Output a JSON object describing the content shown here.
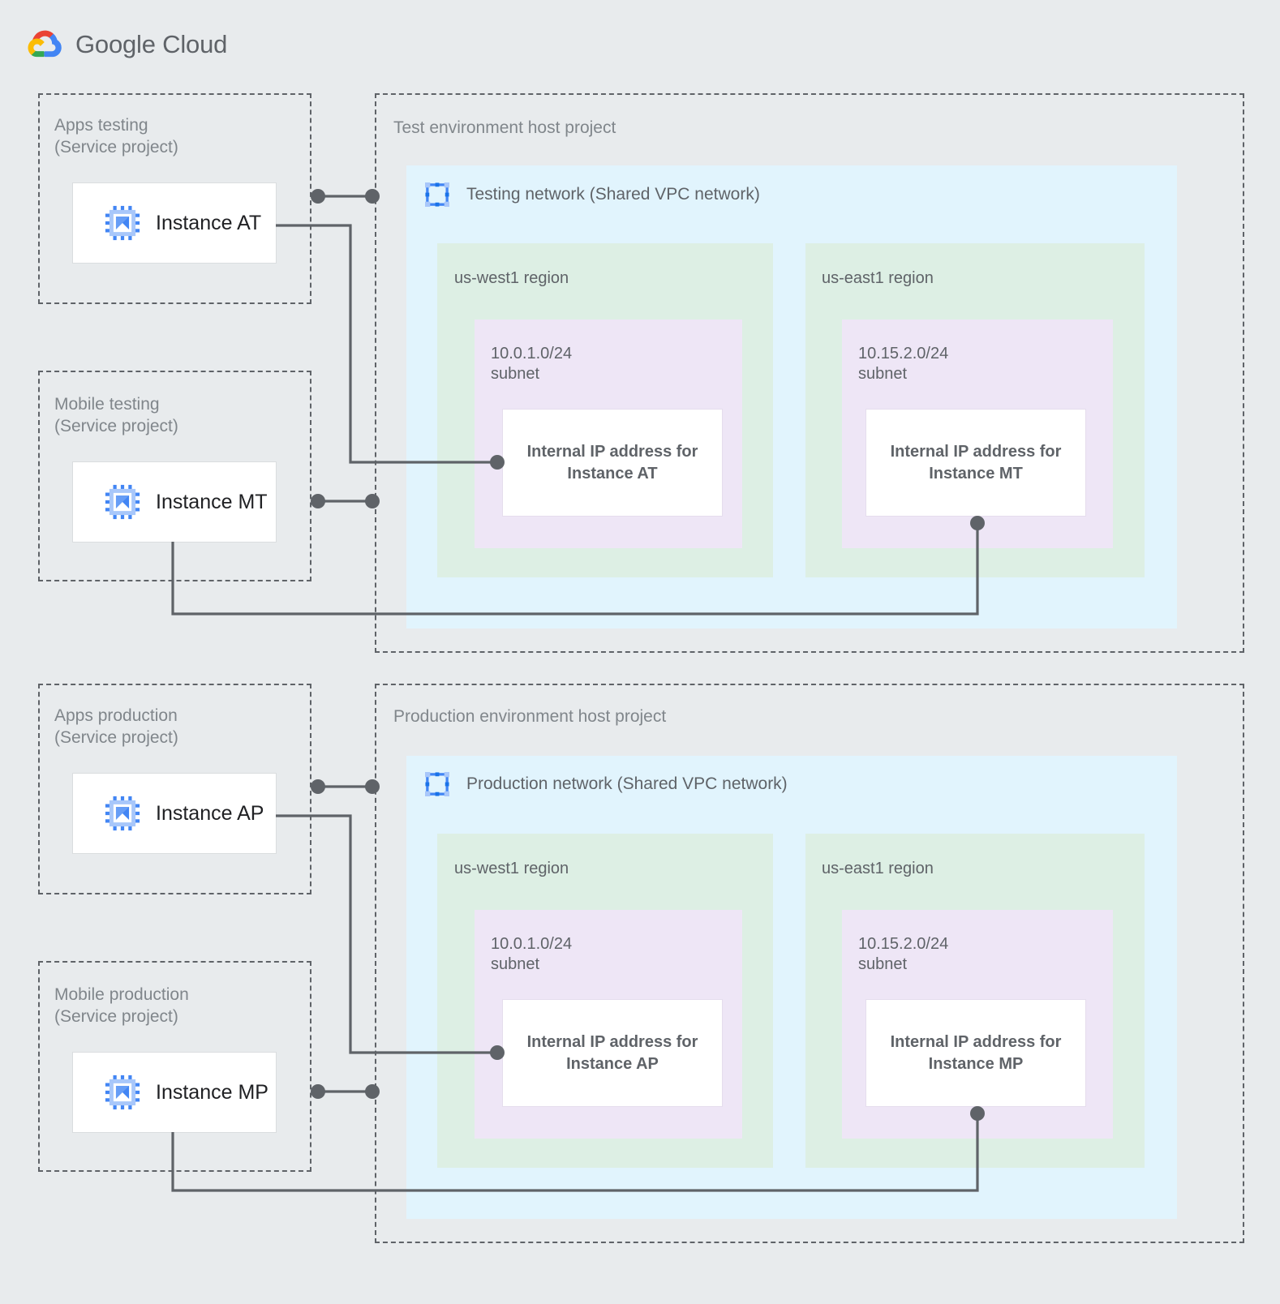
{
  "brand": {
    "name_bold": "Google",
    "name_light": " Cloud",
    "logo_icon": "google-cloud-logo"
  },
  "colors": {
    "page_background": "#e8ebed",
    "vpc_network": "#e1f4fd",
    "region": "#ddefe4",
    "subnet": "#eee6f6",
    "card": "#ffffff",
    "connector": "#5f6368",
    "label_text": "#80868b",
    "body_text": "#5f6368",
    "instance_text": "#202124",
    "logo_red": "#ea4335",
    "logo_blue": "#4285f4",
    "logo_yellow": "#fbbc04",
    "logo_green": "#34a853",
    "instance_icon_blue": "#4285f4",
    "instance_icon_light": "#a8c7fa"
  },
  "service_projects": [
    {
      "id": "apps-testing",
      "label": "Apps testing\n(Service project)",
      "instance": {
        "name": "Instance AT",
        "icon": "cpu-chip-icon"
      }
    },
    {
      "id": "mobile-testing",
      "label": "Mobile testing\n(Service project)",
      "instance": {
        "name": "Instance MT",
        "icon": "cpu-chip-icon"
      }
    },
    {
      "id": "apps-production",
      "label": "Apps production\n(Service project)",
      "instance": {
        "name": "Instance AP",
        "icon": "cpu-chip-icon"
      }
    },
    {
      "id": "mobile-production",
      "label": "Mobile production\n(Service project)",
      "instance": {
        "name": "Instance MP",
        "icon": "cpu-chip-icon"
      }
    }
  ],
  "host_projects": [
    {
      "id": "test-environment",
      "label": "Test environment host project",
      "network": {
        "title": "Testing network (Shared VPC network)",
        "icon": "vpc-network-icon"
      },
      "regions": [
        {
          "id": "test-us-west1",
          "label": "us-west1 region",
          "subnet": {
            "label": "10.0.1.0/24\nsubnet",
            "ip_card": "Internal IP address for\nInstance AT"
          }
        },
        {
          "id": "test-us-east1",
          "label": "us-east1 region",
          "subnet": {
            "label": "10.15.2.0/24\nsubnet",
            "ip_card": "Internal IP address for\nInstance MT"
          }
        }
      ]
    },
    {
      "id": "production-environment",
      "label": "Production environment host project",
      "network": {
        "title": "Production network (Shared VPC network)",
        "icon": "vpc-network-icon"
      },
      "regions": [
        {
          "id": "prod-us-west1",
          "label": "us-west1 region",
          "subnet": {
            "label": "10.0.1.0/24\nsubnet",
            "ip_card": "Internal IP address for\nInstance AP"
          }
        },
        {
          "id": "prod-us-east1",
          "label": "us-east1 region",
          "subnet": {
            "label": "10.15.2.0/24\nsubnet",
            "ip_card": "Internal IP address for\nInstance MP"
          }
        }
      ]
    }
  ],
  "connections": [
    {
      "id": "at-to-west-subnet",
      "from": "Instance AT",
      "to": "Internal IP address for Instance AT"
    },
    {
      "id": "mt-to-east-subnet",
      "from": "Instance MT",
      "to": "Internal IP address for Instance MT"
    },
    {
      "id": "ap-to-west-subnet",
      "from": "Instance AP",
      "to": "Internal IP address for Instance AP"
    },
    {
      "id": "mp-to-east-subnet",
      "from": "Instance MP",
      "to": "Internal IP address for Instance MP"
    }
  ]
}
